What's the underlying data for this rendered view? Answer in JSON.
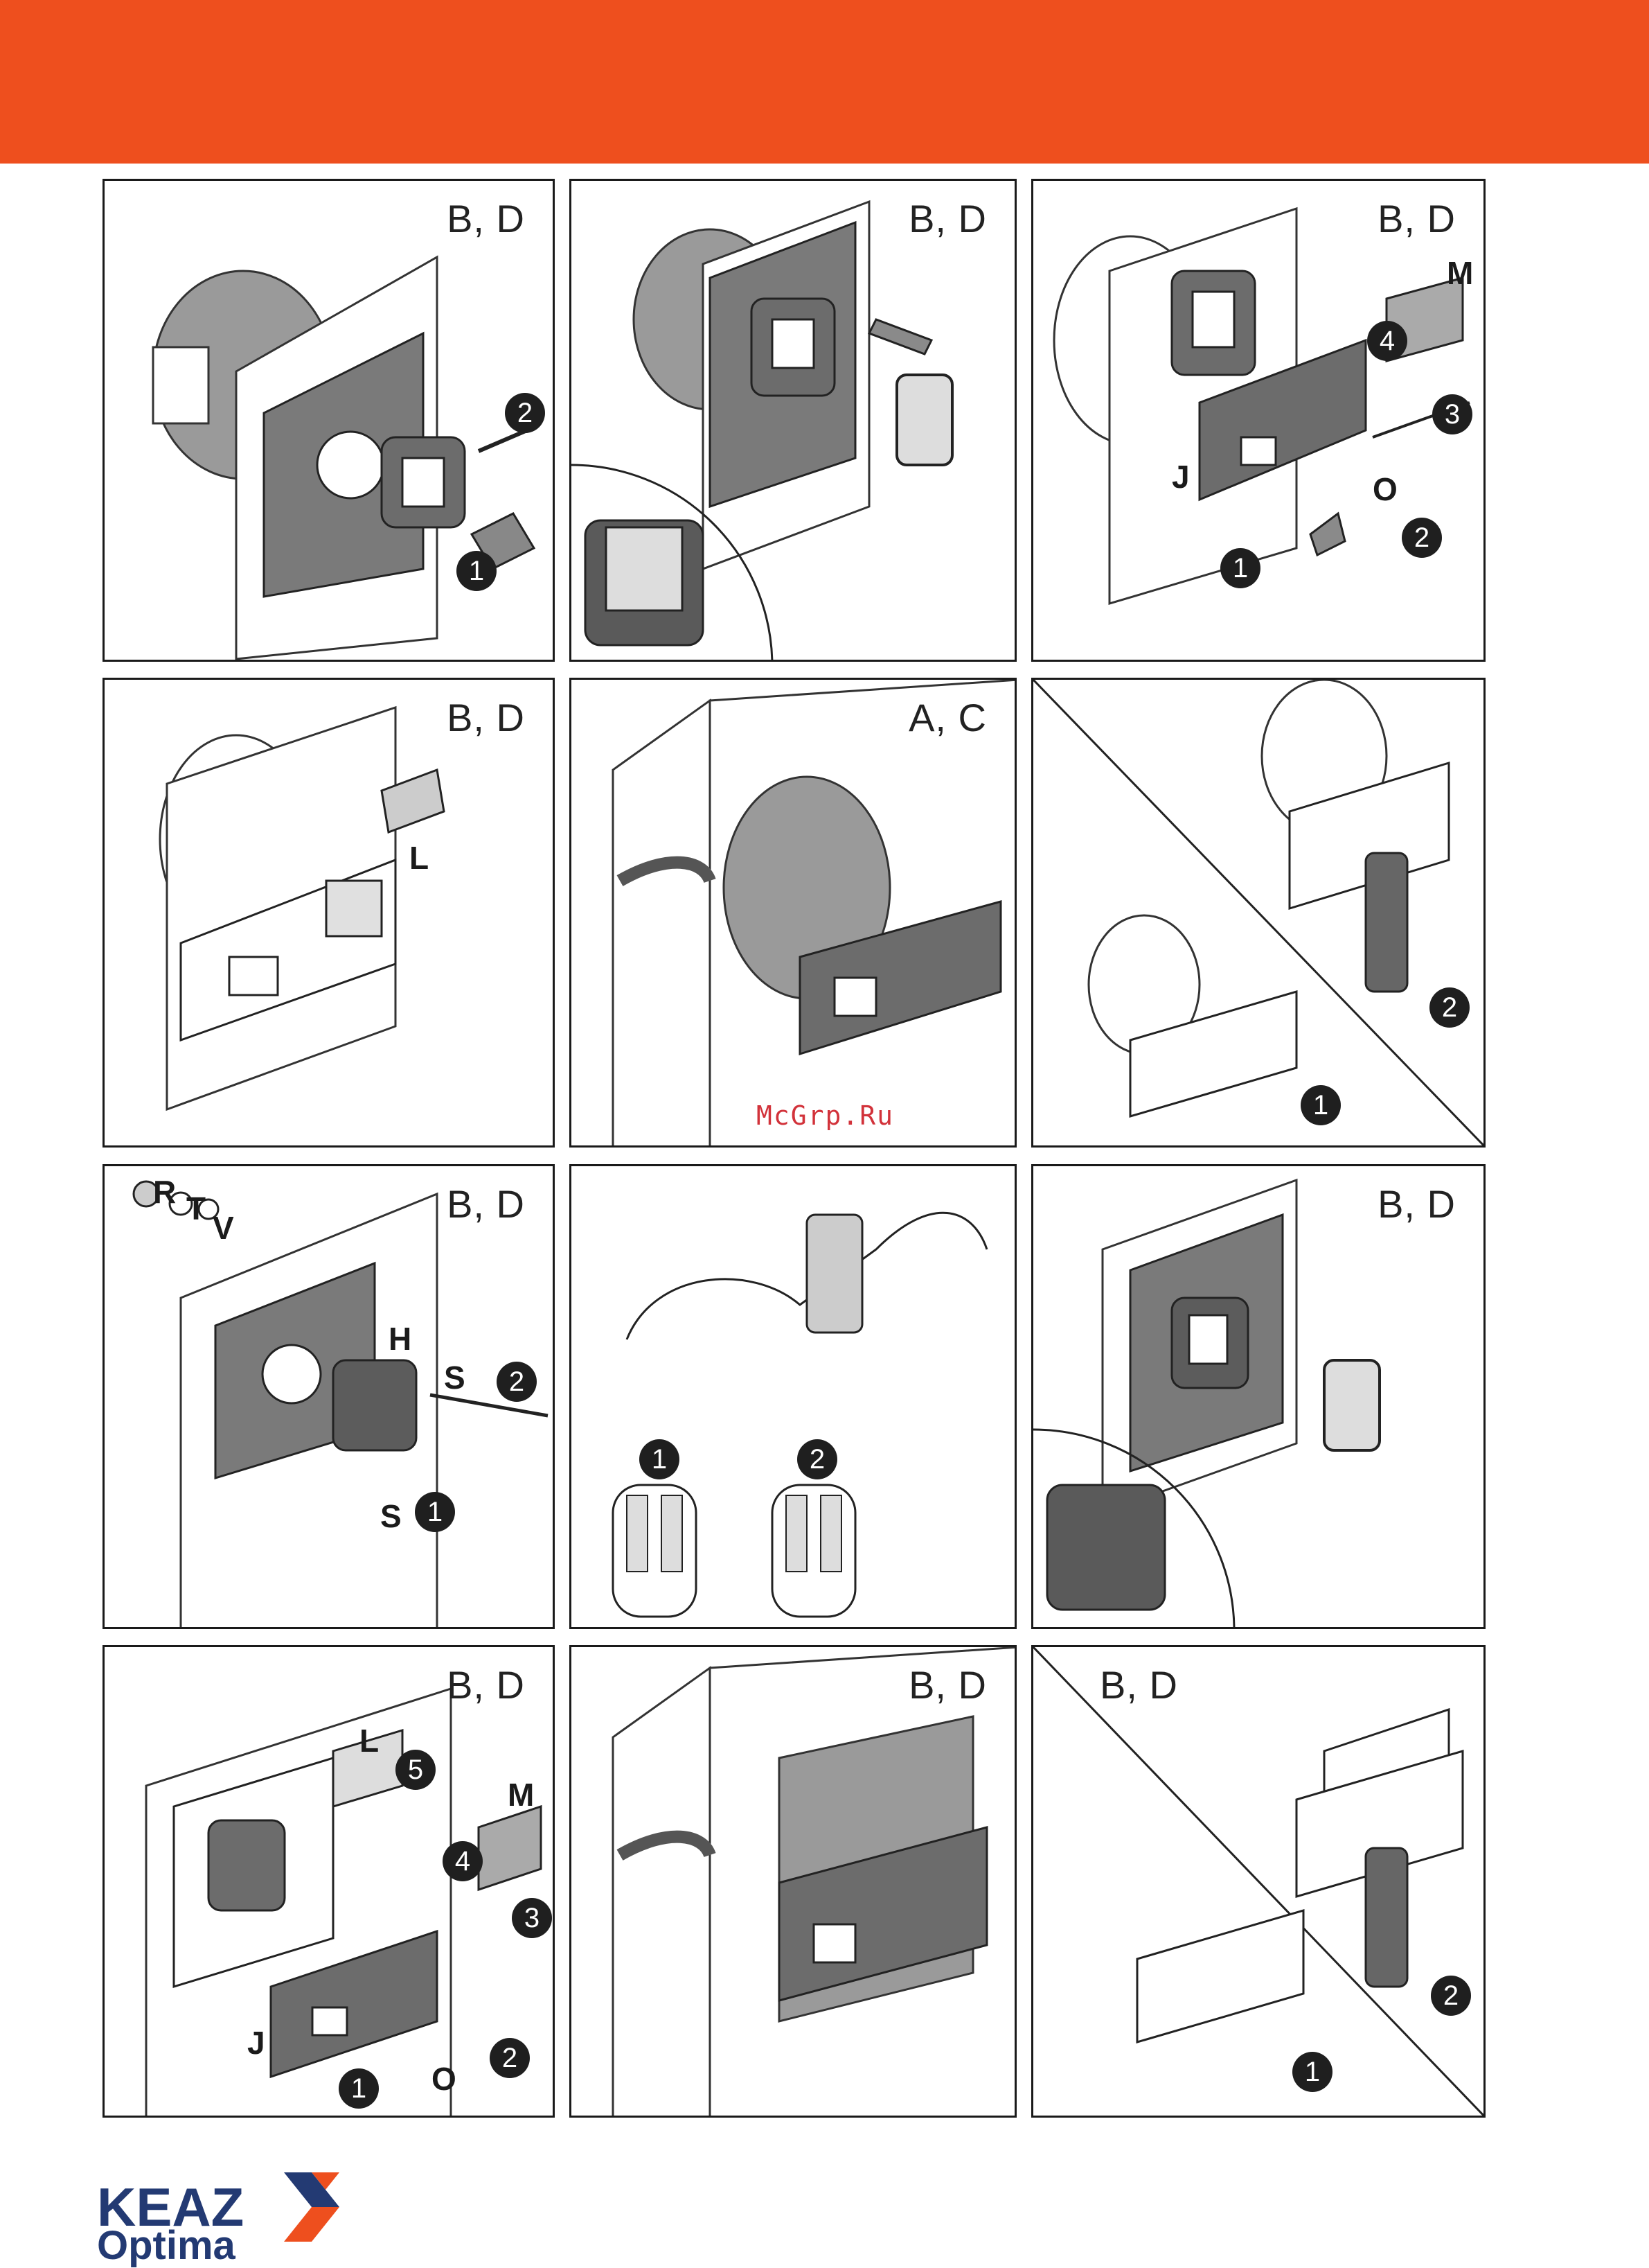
{
  "header": {
    "color": "#ee4f1e"
  },
  "panels": [
    {
      "id": "p1",
      "label": "B, D",
      "parts": [],
      "steps": [
        "1",
        "2"
      ]
    },
    {
      "id": "p2",
      "label": "B, D",
      "parts": [],
      "steps": []
    },
    {
      "id": "p3",
      "label": "B, D",
      "parts": [
        "M",
        "J",
        "O"
      ],
      "steps": [
        "1",
        "2",
        "3",
        "4"
      ]
    },
    {
      "id": "p4",
      "label": "B, D",
      "parts": [
        "L"
      ],
      "steps": []
    },
    {
      "id": "p5",
      "label": "A, C",
      "parts": [],
      "steps": []
    },
    {
      "id": "p6",
      "label": "",
      "parts": [],
      "steps": [
        "1",
        "2"
      ]
    },
    {
      "id": "p7",
      "label": "B, D",
      "parts": [
        "R",
        "T",
        "V",
        "H",
        "S",
        "S"
      ],
      "steps": [
        "1",
        "2"
      ]
    },
    {
      "id": "p8",
      "label": "",
      "parts": [],
      "steps": [
        "1",
        "2"
      ]
    },
    {
      "id": "p9",
      "label": "B, D",
      "parts": [],
      "steps": []
    },
    {
      "id": "p10",
      "label": "B, D",
      "parts": [
        "L",
        "M",
        "J",
        "O"
      ],
      "steps": [
        "1",
        "2",
        "3",
        "4",
        "5"
      ]
    },
    {
      "id": "p11",
      "label": "B, D",
      "parts": [],
      "steps": []
    },
    {
      "id": "p12",
      "label": "B, D",
      "parts": [],
      "steps": [
        "1",
        "2"
      ]
    }
  ],
  "watermark": "McGrp.Ru",
  "brand": {
    "line1": "KEAZ",
    "line2": "Optima",
    "primary_color": "#233a73",
    "accent_color": "#ee4f1e"
  },
  "icons": [
    "keaz-logo-mark-icon",
    "arrow-icon",
    "rotate-arrow-icon"
  ]
}
